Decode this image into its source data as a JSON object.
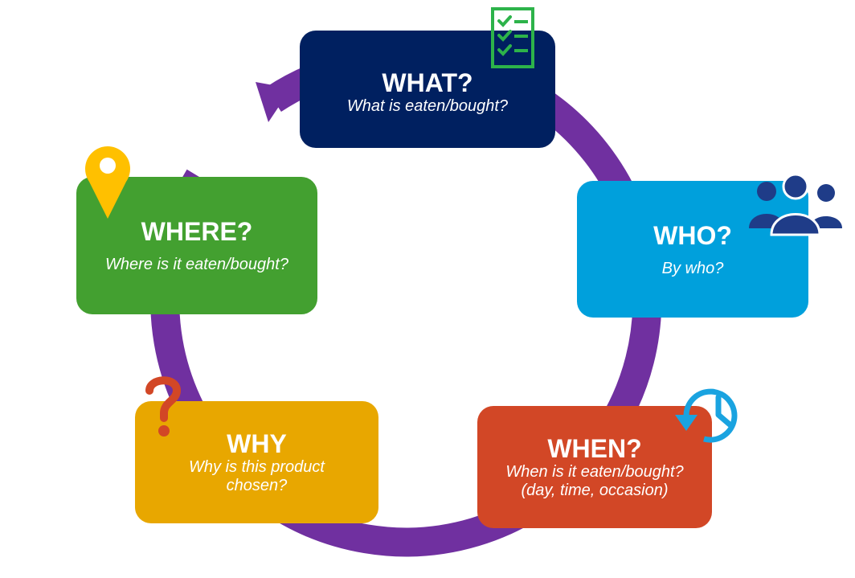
{
  "colors": {
    "ring": "#7030a0",
    "what": "#002060",
    "who": "#00a0dc",
    "when": "#d24726",
    "why": "#e8a700",
    "where": "#43a030",
    "checklist": "#2db34a",
    "pin": "#ffc000",
    "people": "#1f3c88",
    "question": "#d24726",
    "clock": "#1aa3e0"
  },
  "nodes": {
    "what": {
      "title": "WHAT?",
      "subtitle": "What is eaten/bought?",
      "icon": "checklist-icon"
    },
    "who": {
      "title": "WHO?",
      "subtitle": "By who?",
      "icon": "people-icon"
    },
    "when": {
      "title": "WHEN?",
      "subtitle": "When is it eaten/bought?\n(day, time, occasion)",
      "icon": "clock-icon"
    },
    "why": {
      "title": "WHY",
      "subtitle": "Why is this product\nchosen?",
      "icon": "question-mark-icon"
    },
    "where": {
      "title": "WHERE?",
      "subtitle": "Where is it eaten/bought?",
      "icon": "location-pin-icon"
    }
  }
}
